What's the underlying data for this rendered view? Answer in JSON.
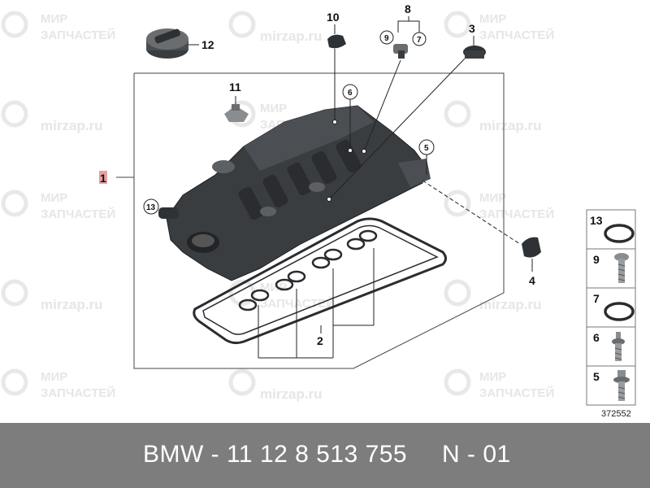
{
  "watermark": {
    "line1": "МИР",
    "line2": "ЗАПЧАСТЕЙ",
    "site": "mirzap.ru"
  },
  "callouts": {
    "c1": "1",
    "c2": "2",
    "c3": "3",
    "c4": "4",
    "c5": "5",
    "c6": "6",
    "c7": "7",
    "c8": "8",
    "c9": "9",
    "c10": "10",
    "c11": "11",
    "c12": "12",
    "c13": "13"
  },
  "legend": {
    "items": [
      "13",
      "9",
      "7",
      "6",
      "5"
    ]
  },
  "diagram_id": "372552",
  "footer": {
    "part_number": "BMW - 11 12 8 513 755",
    "position": "N - 01"
  },
  "colors": {
    "highlight": "#e8a0a0",
    "footer_bg": "#7d7d7d",
    "part_dark": "#3a3d40"
  }
}
